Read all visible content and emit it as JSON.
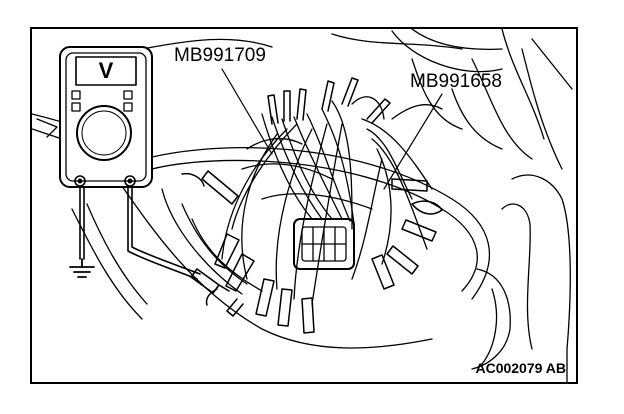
{
  "callouts": {
    "harness_adapter": "MB991709",
    "test_harness": "MB991658"
  },
  "figure_code": "AC002079 AB",
  "meter": {
    "mode_symbol": "V"
  }
}
